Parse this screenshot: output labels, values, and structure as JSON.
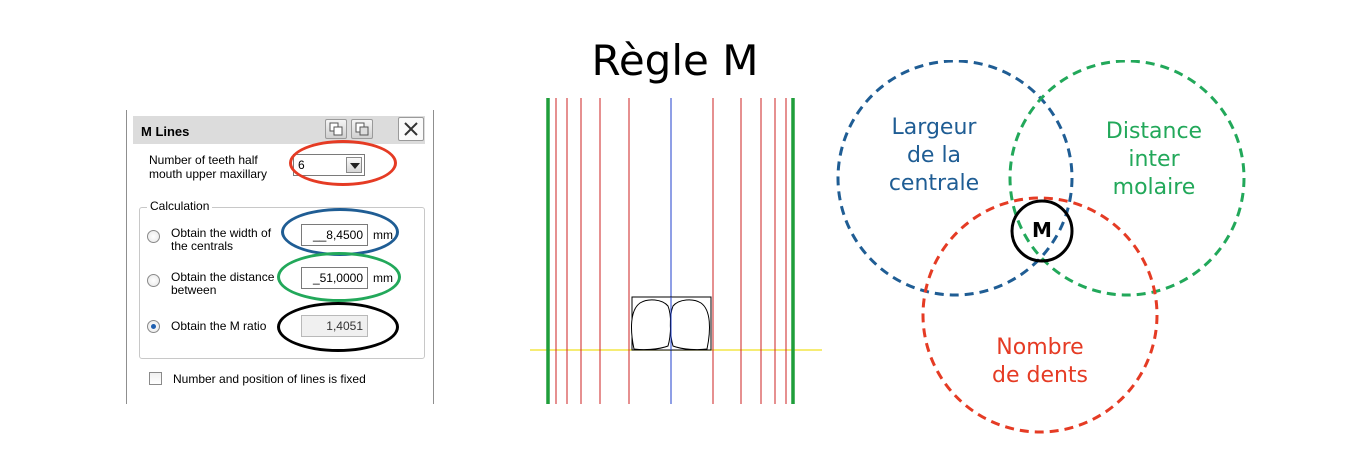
{
  "title": "Règle M",
  "dialog": {
    "title": "M Lines",
    "teeth_label": "Number of teeth half mouth upper maxillary",
    "teeth_value": "6",
    "group_label": "Calculation",
    "options": [
      {
        "label": "Obtain the width of the centrals",
        "value": "__8,4500",
        "unit": "mm",
        "checked": false
      },
      {
        "label": "Obtain the distance between",
        "value": "_51,0000",
        "unit": "mm",
        "checked": false
      },
      {
        "label": "Obtain the M ratio",
        "value": "1,4051",
        "unit": "",
        "checked": true
      }
    ],
    "fixed_label": "Number and position of lines is fixed",
    "fixed_checked": false,
    "icons": [
      "copy-icon",
      "paste-icon",
      "close-icon",
      "chevron-down-icon"
    ]
  },
  "venn": {
    "sets": [
      {
        "label": "Largeur de la centrale",
        "color": "#1f5d94"
      },
      {
        "label": "Distance inter molaire",
        "color": "#22a85a"
      },
      {
        "label": "Nombre de dents",
        "color": "#e53b24"
      }
    ],
    "center": "M"
  },
  "colors": {
    "red": "#e53b24",
    "blue": "#1f5d94",
    "green": "#22a85a",
    "black": "#000000",
    "line_red": "#cc2222",
    "line_blue": "#1f3fcc",
    "line_green": "#1f9e3a",
    "line_yellow": "#f0e020"
  }
}
